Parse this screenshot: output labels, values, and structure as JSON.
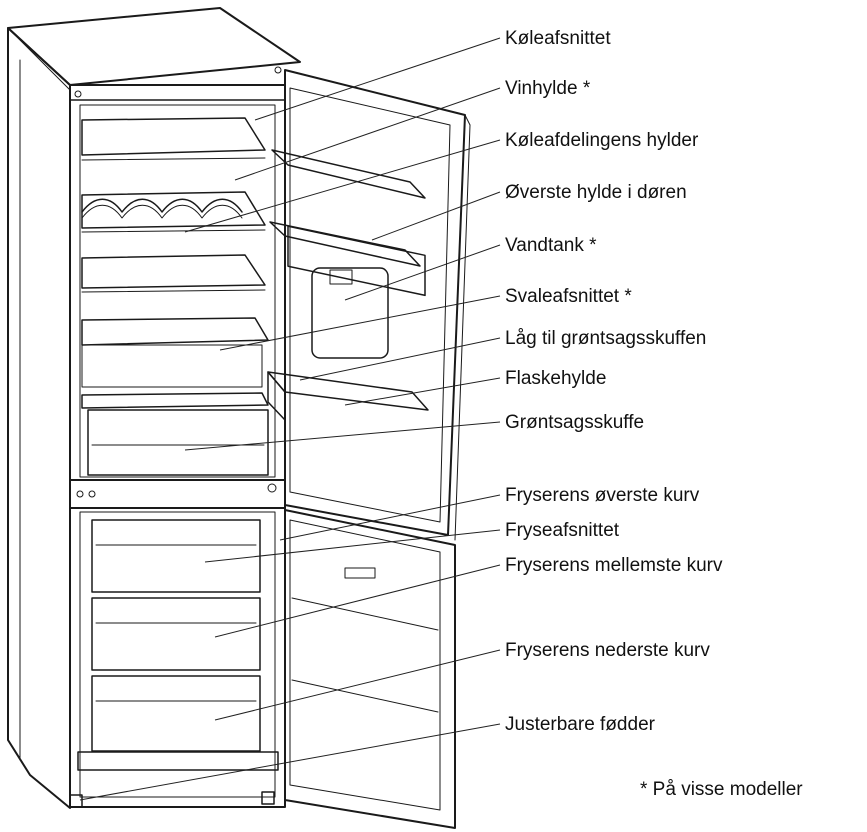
{
  "labels": [
    "Køleafsnittet",
    "Vinhylde *",
    "Køleafdelingens hylder",
    "Øverste hylde i døren",
    "Vandtank *",
    "Svaleafsnittet *",
    "Låg til grøntsagsskuffen",
    "Flaskehylde",
    "Grøntsagsskuffe",
    "Fryserens øverste kurv",
    "Fryseafsnittet",
    "Fryserens mellemste kurv",
    "Fryserens nederste kurv",
    "Justerbare fødder"
  ],
  "footnote": "* På visse modeller"
}
